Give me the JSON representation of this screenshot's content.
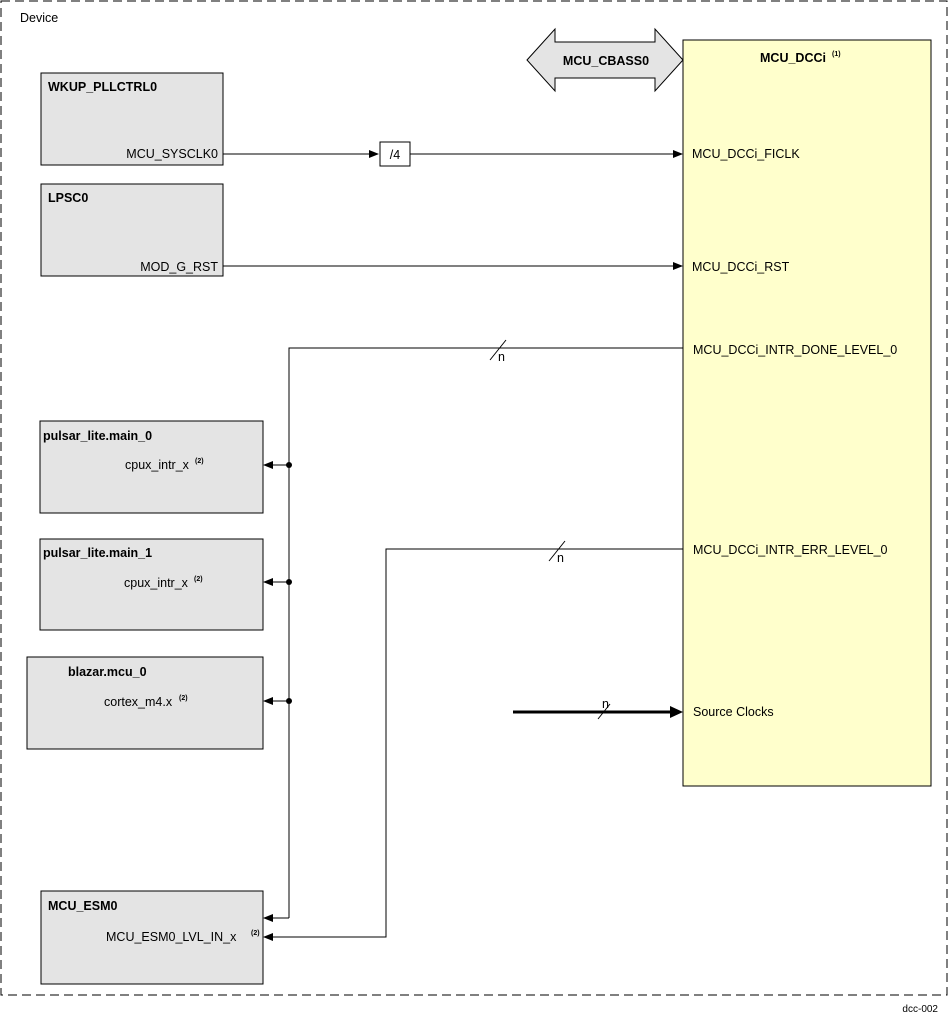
{
  "device_label": "Device",
  "figure_id": "dcc-002",
  "colors": {
    "module_fill": "#e4e4e4",
    "dcc_fill": "#ffffcc",
    "line": "#000000"
  },
  "modules": {
    "wkup_pllctrl": {
      "title": "WKUP_PLLCTRL0",
      "port": "MCU_SYSCLK0"
    },
    "lpsc": {
      "title": "LPSC0",
      "port": "MOD_G_RST"
    },
    "pulsar_main0": {
      "title": "pulsar_lite.main_0",
      "port": "cpux_intr_x",
      "note": "(2)"
    },
    "pulsar_main1": {
      "title": "pulsar_lite.main_1",
      "port": "cpux_intr_x",
      "note": "(2)"
    },
    "blazar_mcu0": {
      "title": "blazar.mcu_0",
      "port": "cortex_m4.x",
      "note": "(2)"
    },
    "mcu_esm": {
      "title": "MCU_ESM0",
      "port": "MCU_ESM0_LVL_IN_x",
      "note": "(2)"
    }
  },
  "dcc": {
    "title": "MCU_DCCi",
    "note": "(1)",
    "ports": {
      "ficlk": "MCU_DCCi_FICLK",
      "rst": "MCU_DCCi_RST",
      "intr_done": "MCU_DCCi_INTR_DONE_LEVEL_0",
      "intr_err": "MCU_DCCi_INTR_ERR_LEVEL_0",
      "source_clocks": "Source Clocks"
    }
  },
  "bus": {
    "label": "MCU_CBASS0"
  },
  "divider": {
    "label": "/4"
  },
  "bus_width_labels": {
    "done": "n",
    "err": "n",
    "src": "n"
  }
}
